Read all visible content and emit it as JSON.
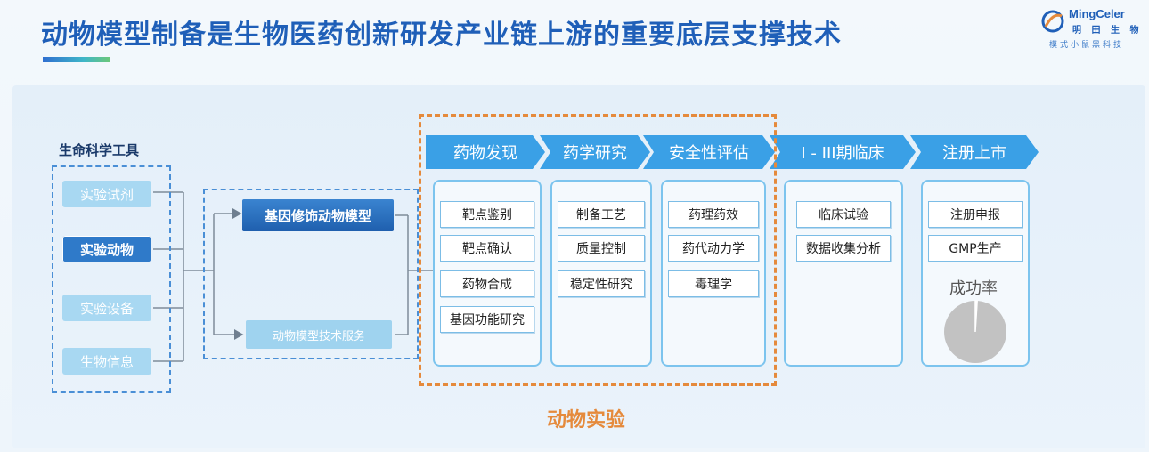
{
  "header": {
    "title": "动物模型制备是生物医药创新研发产业链上游的重要底层支撑技术",
    "logo_en": "MingCeler",
    "logo_cn": "明 田 生 物",
    "logo_sub": "模式小鼠黑科技"
  },
  "tools": {
    "heading": "生命科学工具",
    "items": [
      "实验试剂",
      "实验动物",
      "实验设备",
      "生物信息"
    ]
  },
  "models": {
    "main": "基因修饰动物模型",
    "service": "动物模型技术服务"
  },
  "stages": [
    {
      "label": "药物发现",
      "items": [
        "靶点鉴别",
        "靶点确认",
        "药物合成",
        "基因功能研究"
      ]
    },
    {
      "label": "药学研究",
      "items": [
        "制备工艺",
        "质量控制",
        "稳定性研究"
      ]
    },
    {
      "label": "安全性评估",
      "items": [
        "药理药效",
        "药代动力学",
        "毒理学"
      ]
    },
    {
      "label": "I - III期临床",
      "items": [
        "临床试验",
        "数据收集分析"
      ]
    },
    {
      "label": "注册上市",
      "items": [
        "注册申报",
        "GMP生产"
      ]
    }
  ],
  "animal_experiment_label": "动物实验",
  "success_rate": {
    "label": "成功率",
    "value_fraction": 0.01
  },
  "colors": {
    "accent": "#1f5fb8",
    "stage": "#3aa0e6",
    "orange": "#e58a3c",
    "pie": "#c2c2c2"
  }
}
